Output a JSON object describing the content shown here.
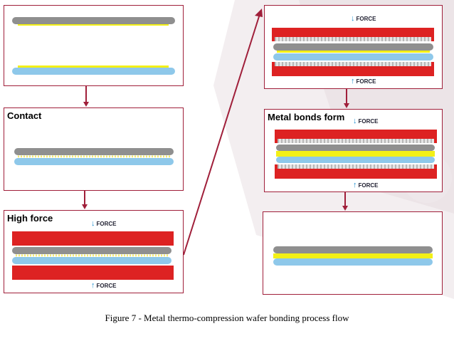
{
  "steps": {
    "contact_label": "Contact",
    "high_force_label": "High force",
    "metal_bonds_label": "Metal bonds form"
  },
  "force_label": "FORCE",
  "caption": "Figure 7 - Metal thermo-compression wafer bonding process flow",
  "colors": {
    "frame": "#a01f3a",
    "wafer_top": "#8f8f8f",
    "wafer_bottom": "#8ec8ea",
    "metal": "#f3f016",
    "press_plate": "#dd2222",
    "arrow": "#1f8fd0"
  }
}
